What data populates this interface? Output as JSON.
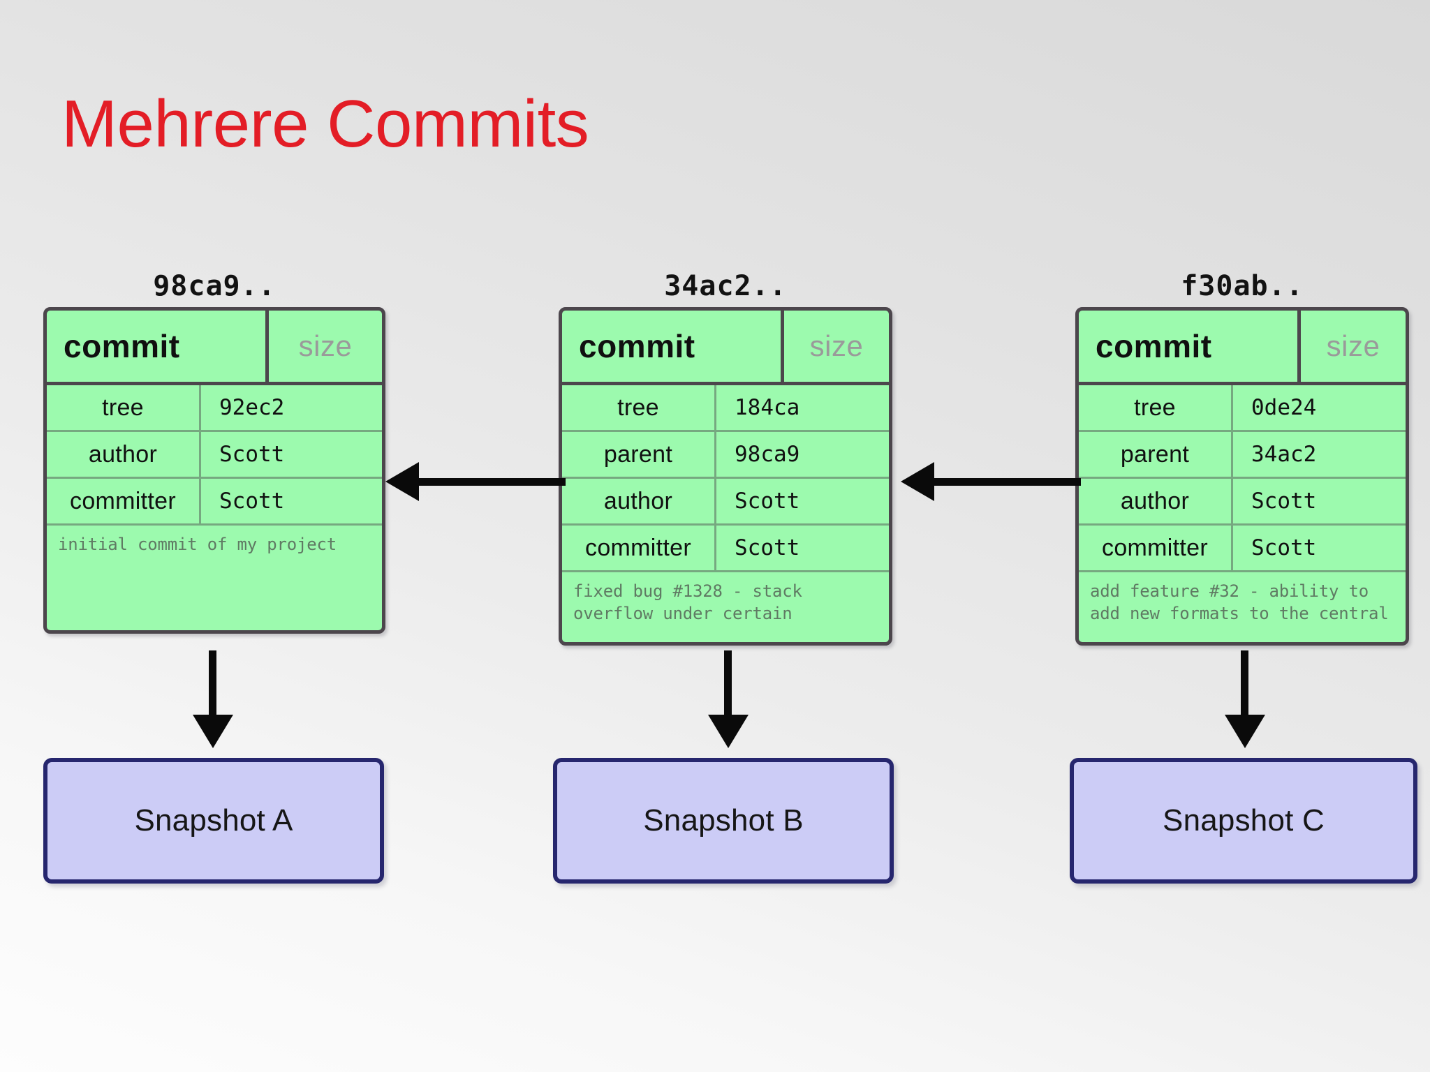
{
  "slide": {
    "title": "Mehrere Commits",
    "title_color": "#e31d26",
    "background_color": "#ececec"
  },
  "colors": {
    "commit_fill": "#9cfaae",
    "commit_border": "#4c464c",
    "snapshot_fill": "#ccccf6",
    "snapshot_border": "#26266e",
    "arrow": "#0a0a0a",
    "size_label": "#9a9a9a",
    "message_text": "#5f7a63"
  },
  "commits": [
    {
      "hash_label": "98ca9..",
      "type_label": "commit",
      "size_label": "size",
      "fields": [
        {
          "key": "tree",
          "value": "92ec2"
        },
        {
          "key": "author",
          "value": "Scott"
        },
        {
          "key": "committer",
          "value": "Scott"
        }
      ],
      "message": "initial commit of my project"
    },
    {
      "hash_label": "34ac2..",
      "type_label": "commit",
      "size_label": "size",
      "fields": [
        {
          "key": "tree",
          "value": "184ca"
        },
        {
          "key": "parent",
          "value": "98ca9"
        },
        {
          "key": "author",
          "value": "Scott"
        },
        {
          "key": "committer",
          "value": "Scott"
        }
      ],
      "message": "fixed bug #1328 - stack\noverflow under certain"
    },
    {
      "hash_label": "f30ab..",
      "type_label": "commit",
      "size_label": "size",
      "fields": [
        {
          "key": "tree",
          "value": "0de24"
        },
        {
          "key": "parent",
          "value": "34ac2"
        },
        {
          "key": "author",
          "value": "Scott"
        },
        {
          "key": "committer",
          "value": "Scott"
        }
      ],
      "message": "add feature #32 - ability to\nadd new formats to the central"
    }
  ],
  "snapshots": [
    {
      "label": "Snapshot A"
    },
    {
      "label": "Snapshot B"
    },
    {
      "label": "Snapshot C"
    }
  ],
  "arrows": {
    "parent_link_direction": "left",
    "snapshot_link_direction": "down"
  }
}
